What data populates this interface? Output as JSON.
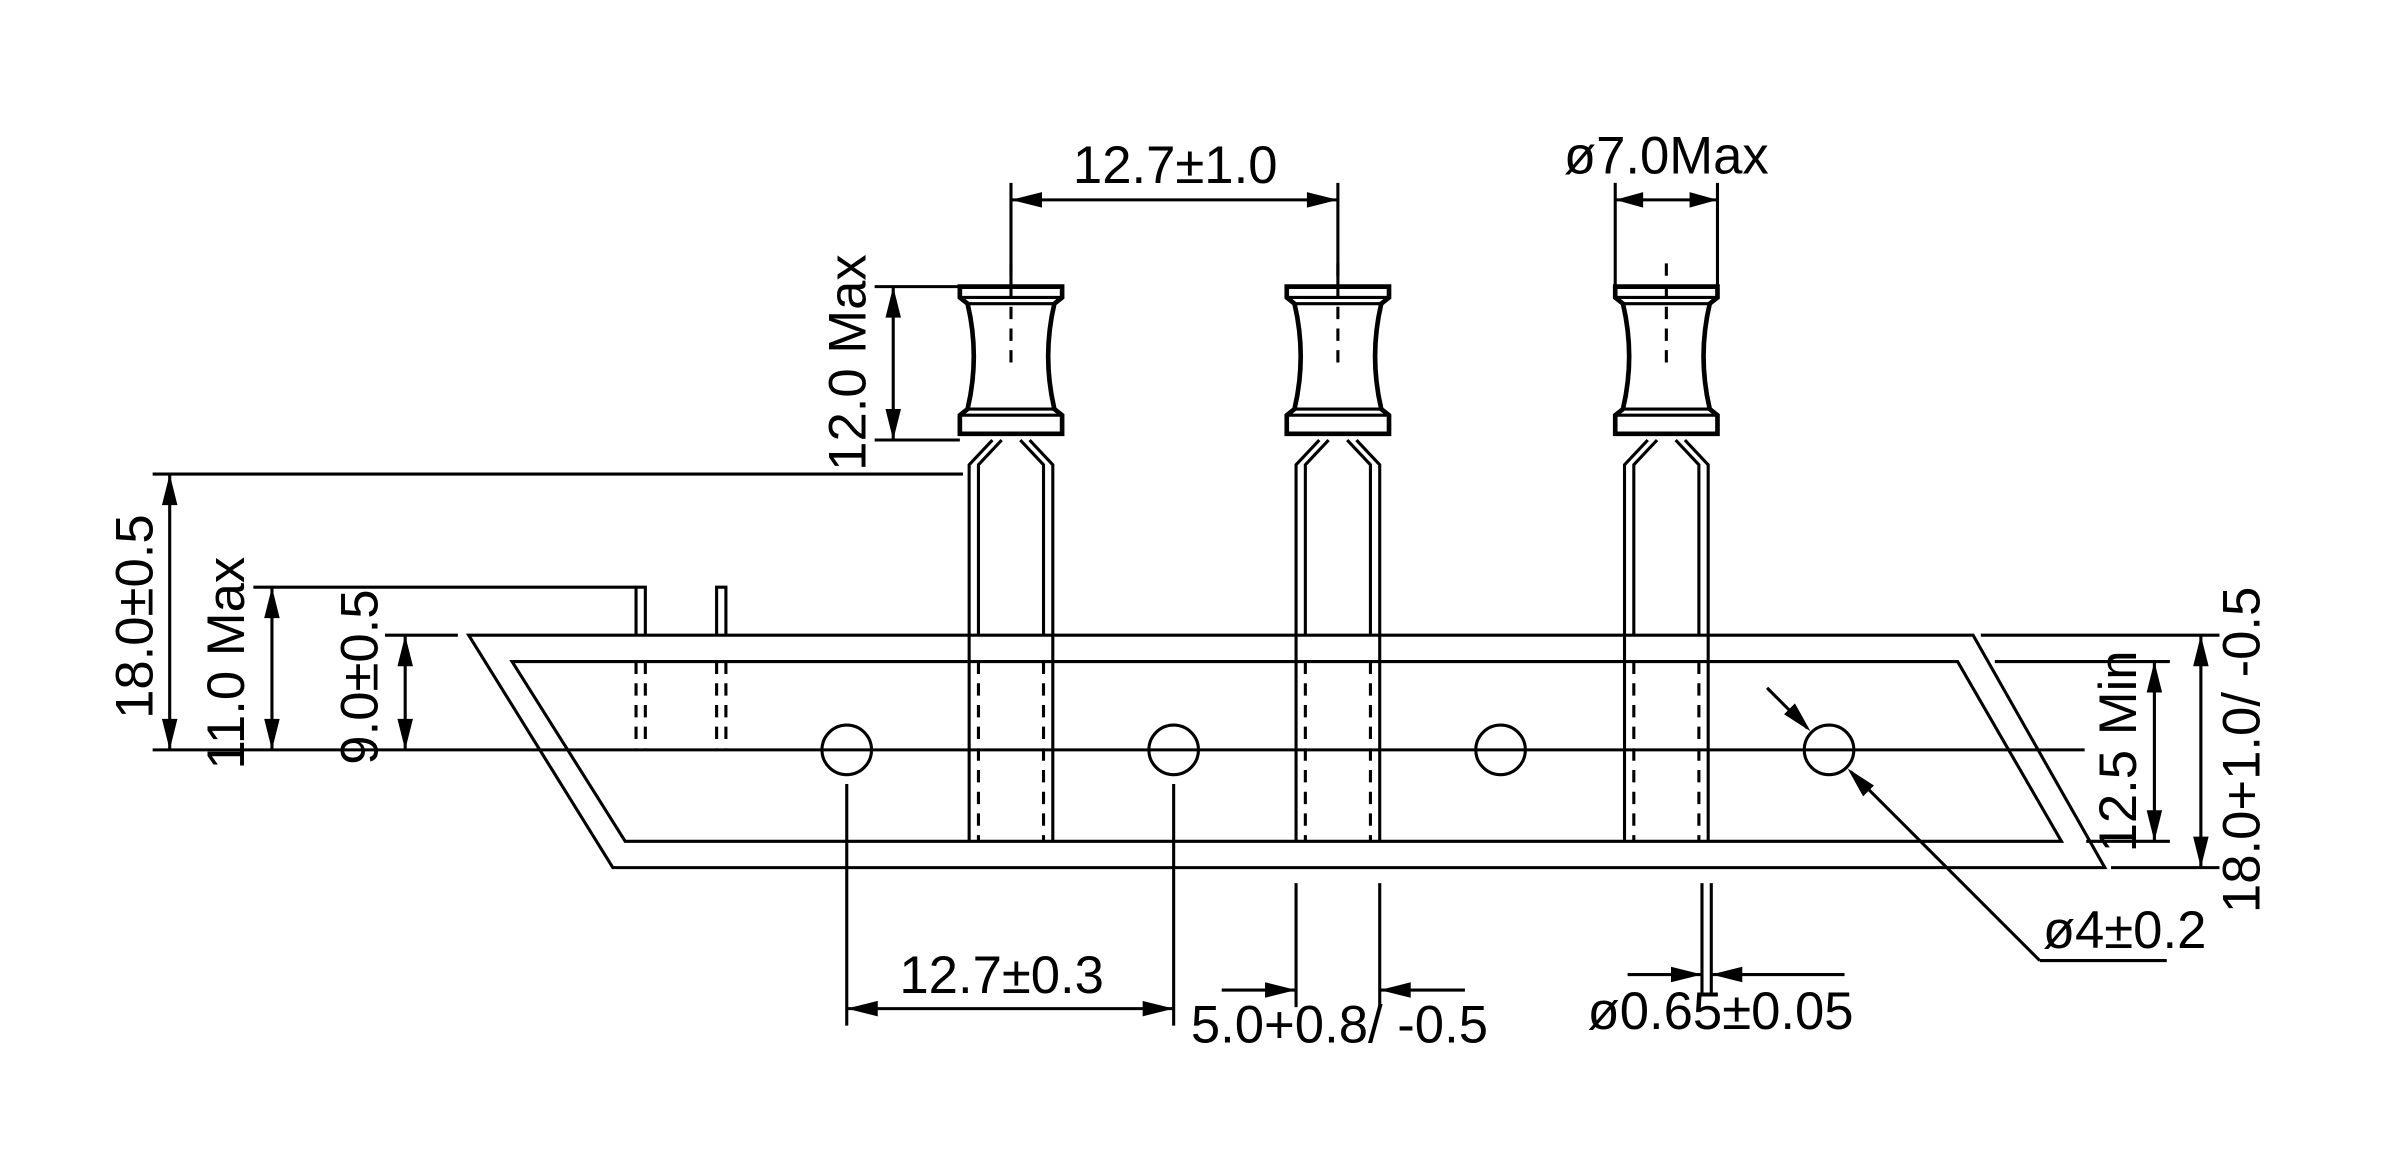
{
  "diagram": {
    "dimensions": {
      "lead_pitch_top": "12.7±1.0",
      "body_diameter": "ø7.0Max",
      "body_height": "12.0 Max",
      "overall_height": "18.0±0.5",
      "tape_lead_height": "11.0 Max",
      "hole_height": "9.0±0.5",
      "tape_width_min": "12.5 Min",
      "tape_width": "18.0+1.0/ -0.5",
      "hole_diameter": "ø4±0.2",
      "hole_pitch": "12.7±0.3",
      "lead_spacing": "5.0+0.8/ -0.5",
      "lead_diameter": "ø0.65±0.05"
    }
  }
}
